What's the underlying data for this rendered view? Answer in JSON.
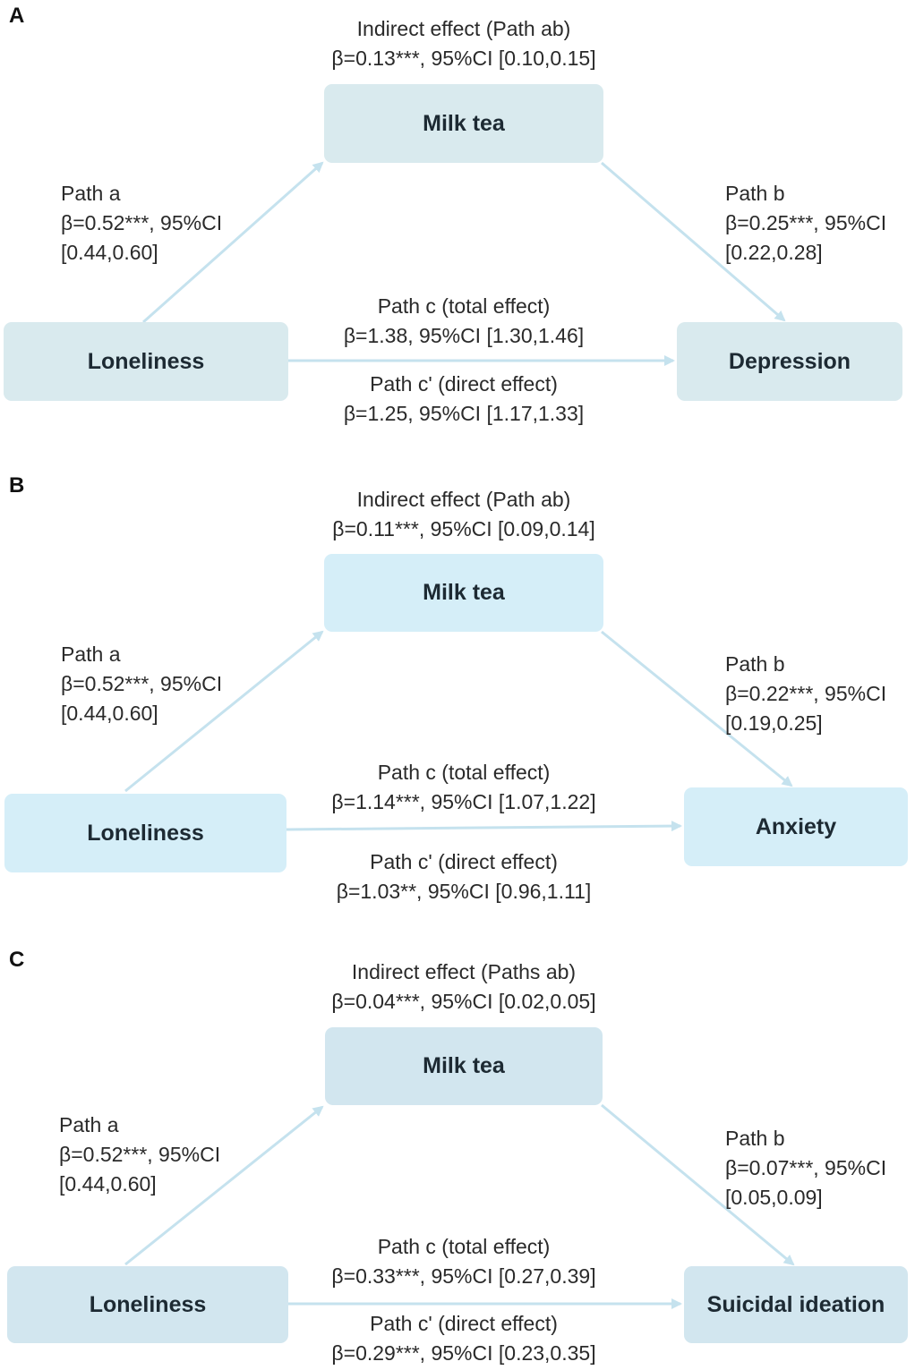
{
  "colors": {
    "panel_a_box": "#d9eaee",
    "panel_b_box": "#d5eef8",
    "panel_c_box": "#d2e6ef",
    "arrow": "#c5e2ee"
  },
  "panels": [
    {
      "letter": "A",
      "mediator": "Milk tea",
      "predictor": "Loneliness",
      "outcome": "Depression",
      "indirect": {
        "line1": "Indirect effect (Path ab)",
        "line2": "β=0.13***, 95%CI [0.10,0.15]"
      },
      "path_a": {
        "line1": "Path a",
        "line2": "β=0.52***, 95%CI",
        "line3": "[0.44,0.60]"
      },
      "path_b": {
        "line1": "Path b",
        "line2": "β=0.25***, 95%CI",
        "line3": "[0.22,0.28]"
      },
      "path_c": {
        "line1": "Path c (total effect)",
        "line2": "β=1.38, 95%CI [1.30,1.46]"
      },
      "path_c_prime": {
        "line1": "Path c' (direct effect)",
        "line2": "β=1.25, 95%CI [1.17,1.33]"
      }
    },
    {
      "letter": "B",
      "mediator": "Milk tea",
      "predictor": "Loneliness",
      "outcome": "Anxiety",
      "indirect": {
        "line1": "Indirect effect (Path ab)",
        "line2": "β=0.11***, 95%CI [0.09,0.14]"
      },
      "path_a": {
        "line1": "Path a",
        "line2": "β=0.52***, 95%CI",
        "line3": "[0.44,0.60]"
      },
      "path_b": {
        "line1": "Path b",
        "line2": "β=0.22***, 95%CI",
        "line3": "[0.19,0.25]"
      },
      "path_c": {
        "line1": "Path c (total effect)",
        "line2": "β=1.14***, 95%CI [1.07,1.22]"
      },
      "path_c_prime": {
        "line1": "Path c' (direct effect)",
        "line2": "β=1.03**, 95%CI [0.96,1.11]"
      }
    },
    {
      "letter": "C",
      "mediator": "Milk tea",
      "predictor": "Loneliness",
      "outcome": "Suicidal ideation",
      "indirect": {
        "line1": "Indirect effect (Paths ab)",
        "line2": "β=0.04***, 95%CI [0.02,0.05]"
      },
      "path_a": {
        "line1": "Path a",
        "line2": "β=0.52***, 95%CI",
        "line3": "[0.44,0.60]"
      },
      "path_b": {
        "line1": "Path b",
        "line2": "β=0.07***, 95%CI",
        "line3": "[0.05,0.09]"
      },
      "path_c": {
        "line1": "Path c (total effect)",
        "line2": "β=0.33***, 95%CI [0.27,0.39]"
      },
      "path_c_prime": {
        "line1": "Path c' (direct effect)",
        "line2": "β=0.29***, 95%CI [0.23,0.35]"
      }
    }
  ]
}
